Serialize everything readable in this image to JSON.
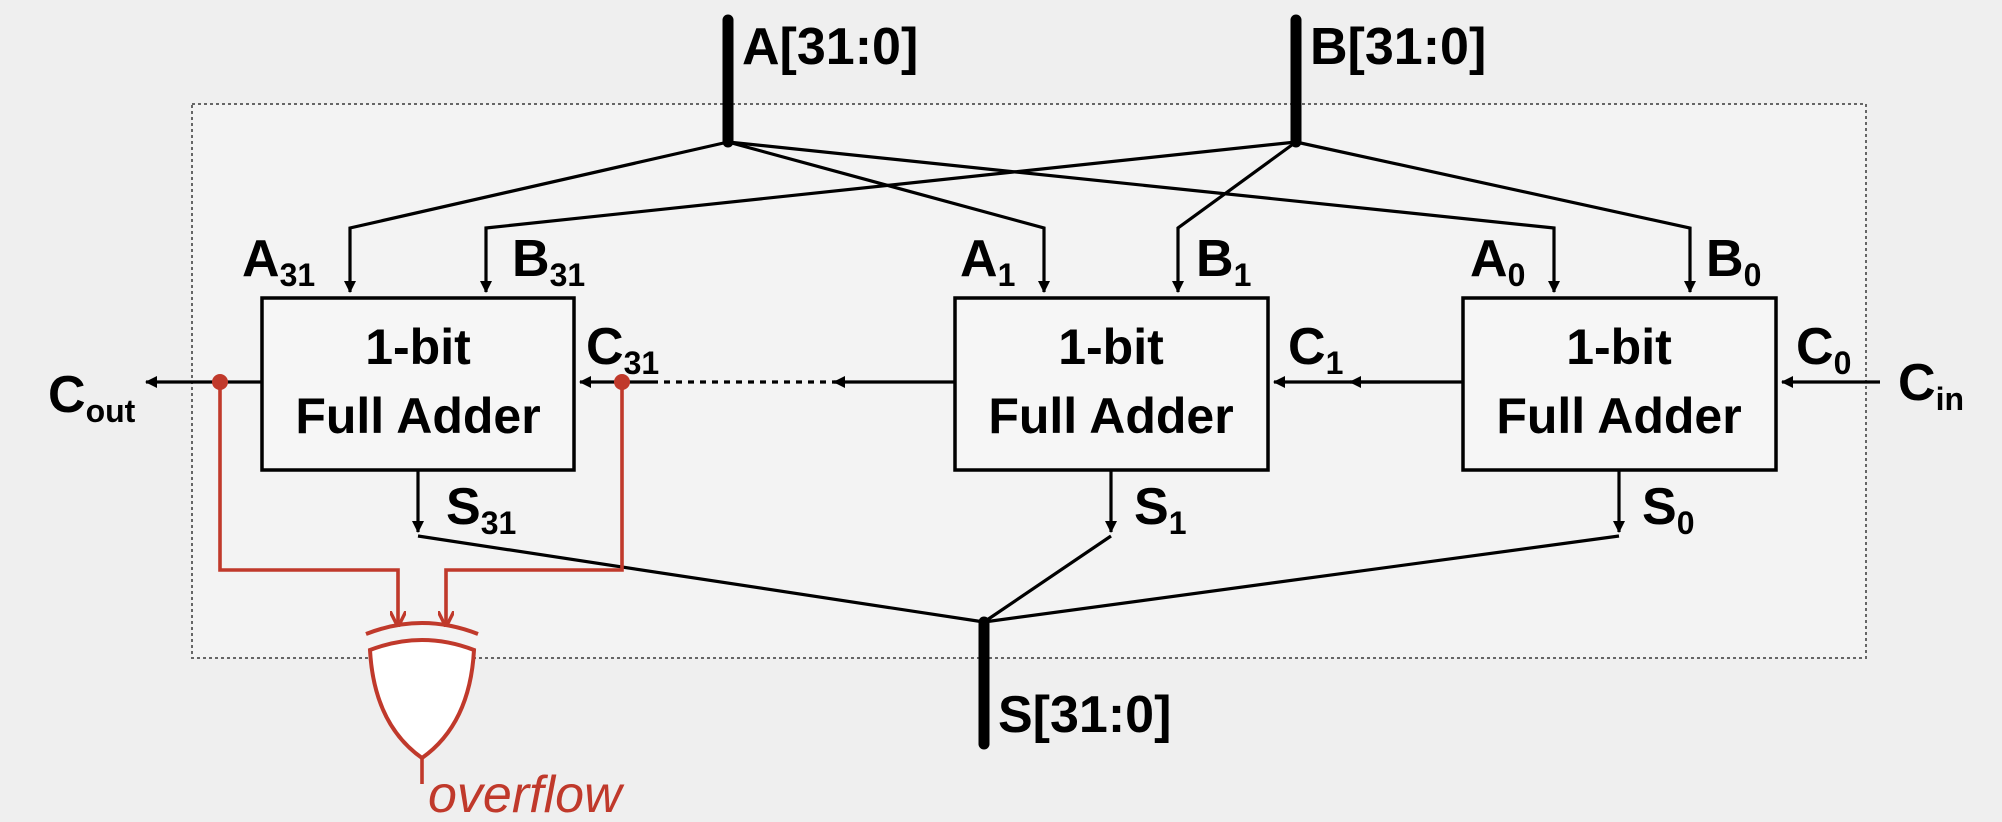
{
  "buses": {
    "a": "A[31:0]",
    "b": "B[31:0]",
    "s": "S[31:0]"
  },
  "adders": [
    {
      "line1": "1-bit",
      "line2": "Full Adder",
      "a": "A",
      "a_sub": "31",
      "b": "B",
      "b_sub": "31",
      "s": "S",
      "s_sub": "31",
      "c": "C",
      "c_sub": "31"
    },
    {
      "line1": "1-bit",
      "line2": "Full Adder",
      "a": "A",
      "a_sub": "1",
      "b": "B",
      "b_sub": "1",
      "s": "S",
      "s_sub": "1",
      "c": "C",
      "c_sub": "1"
    },
    {
      "line1": "1-bit",
      "line2": "Full Adder",
      "a": "A",
      "a_sub": "0",
      "b": "B",
      "b_sub": "0",
      "s": "S",
      "s_sub": "0",
      "c": "C",
      "c_sub": "0"
    }
  ],
  "carry_in": {
    "main": "C",
    "sub": "in"
  },
  "carry_out": {
    "main": "C",
    "sub": "out"
  },
  "overflow": "overflow",
  "colors": {
    "overflow_logic": "#c0392b",
    "wire": "#000000",
    "background": "#efefef"
  }
}
